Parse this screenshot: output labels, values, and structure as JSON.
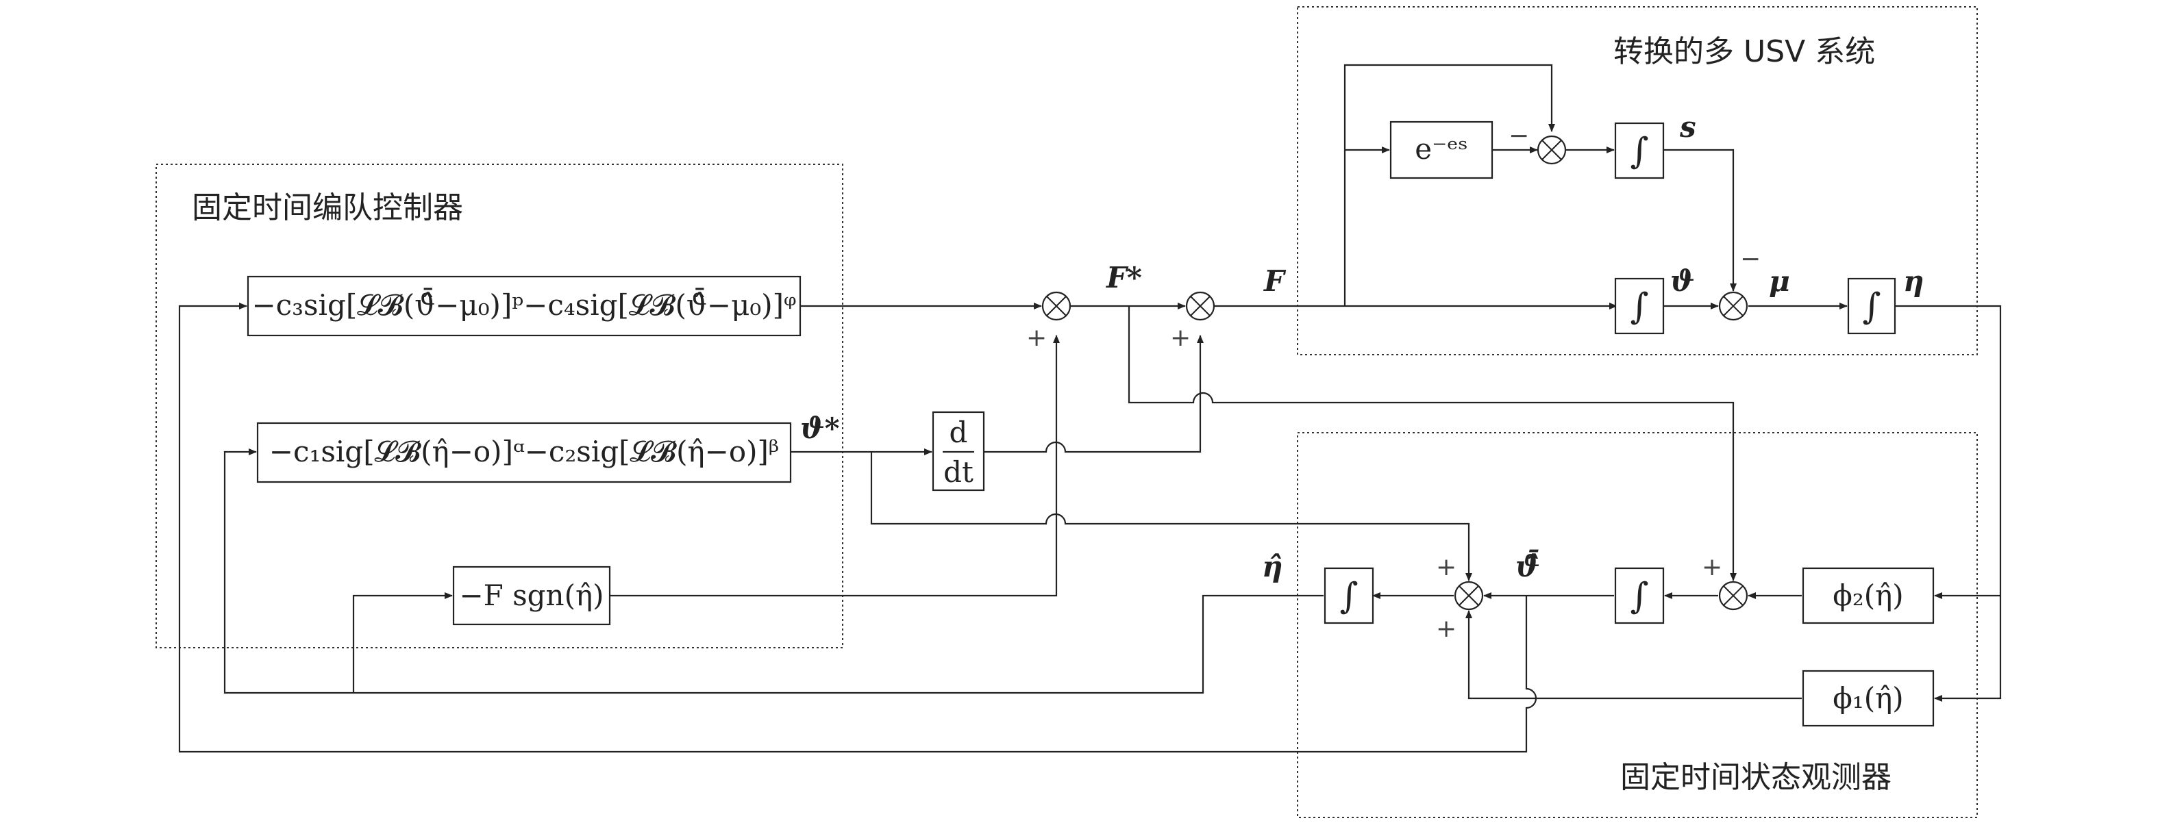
{
  "regions": {
    "controller_title": "固定时间编队控制器",
    "system_title": "转换的多 USV 系统",
    "observer_title": "固定时间状态观测器"
  },
  "blocks": {
    "ctrl_top": "−c₃sig[𝓛𝓑(ϑ̂̄−μ₀)]ᵖ−c₄sig[𝓛𝓑(ϑ̂̄−μ₀)]ᵠ",
    "ctrl_mid": "−c₁sig[𝓛𝓑(η̂−o)]ᵅ−c₂sig[𝓛𝓑(η̂−o)]ᵝ",
    "ctrl_sgn": "−F sgn(η̂)",
    "deriv_num": "d",
    "deriv_den": "dt",
    "delay": "e⁻ᵉˢ",
    "integrator": "∫",
    "phi2": "ϕ₂(η̂)",
    "phi1": "ϕ₁(η̂)"
  },
  "signals": {
    "F_star": "F*",
    "F": "F",
    "s": "s",
    "theta": "ϑ",
    "mu": "μ",
    "eta": "η",
    "theta_star": "ϑ*",
    "eta_hat": "η̂",
    "theta_hat_bar": "ϑ̂̄"
  },
  "signs": {
    "plus": "+",
    "minus": "−"
  }
}
